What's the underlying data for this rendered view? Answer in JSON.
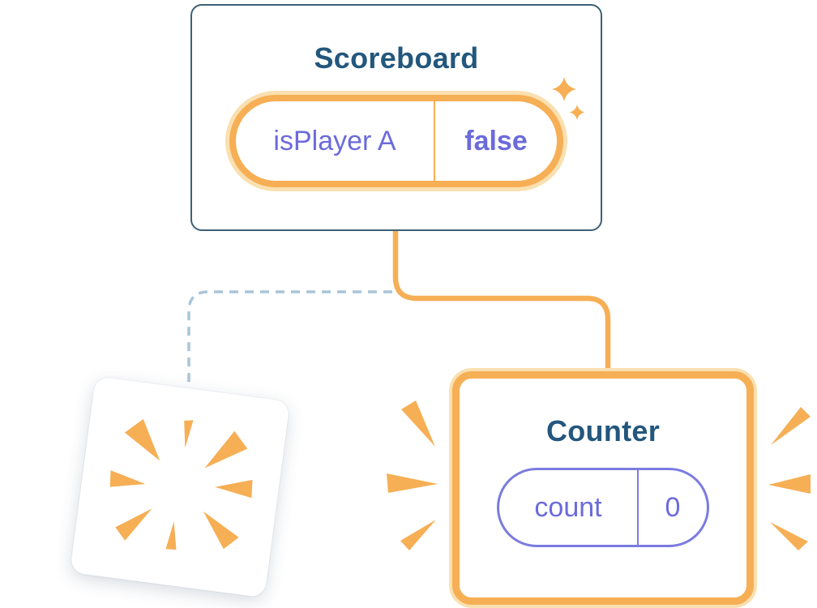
{
  "diagram": {
    "scoreboard": {
      "title": "Scoreboard",
      "state_key": "isPlayer A",
      "state_value": "false"
    },
    "counter": {
      "title": "Counter",
      "state_key": "count",
      "state_value": "0"
    },
    "icons": {
      "sparkle": "sparkle-icon",
      "burst": "burst-icon",
      "emphasis_mark": "burst-mark-icon"
    },
    "colors": {
      "orange": "#F6AF55",
      "orange_halo": "#FAE0B0",
      "purple": "#6B6BDB",
      "purple_border": "#7B7BE0",
      "heading_blue": "#23577D",
      "card_border_blue": "#3E6076",
      "dashed_line": "#A9C5D8",
      "background": "#FFFFFF"
    }
  }
}
